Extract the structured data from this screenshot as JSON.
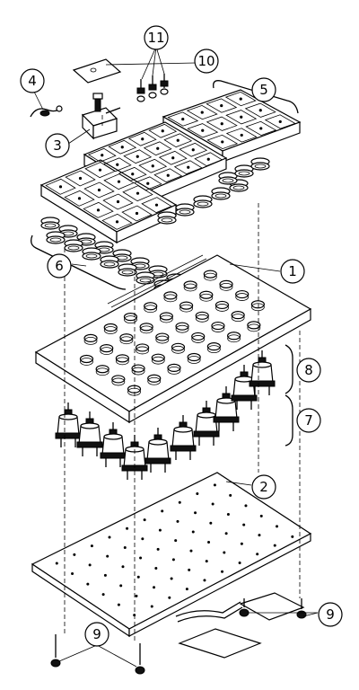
{
  "diagram": {
    "callouts": [
      {
        "id": "c1",
        "label": "1"
      },
      {
        "id": "c2",
        "label": "2"
      },
      {
        "id": "c3",
        "label": "3"
      },
      {
        "id": "c4",
        "label": "4"
      },
      {
        "id": "c5",
        "label": "5"
      },
      {
        "id": "c6",
        "label": "6"
      },
      {
        "id": "c7",
        "label": "7"
      },
      {
        "id": "c8",
        "label": "8"
      },
      {
        "id": "c9a",
        "label": "9"
      },
      {
        "id": "c9b",
        "label": "9"
      },
      {
        "id": "c10",
        "label": "10"
      },
      {
        "id": "c11",
        "label": "11"
      }
    ]
  }
}
